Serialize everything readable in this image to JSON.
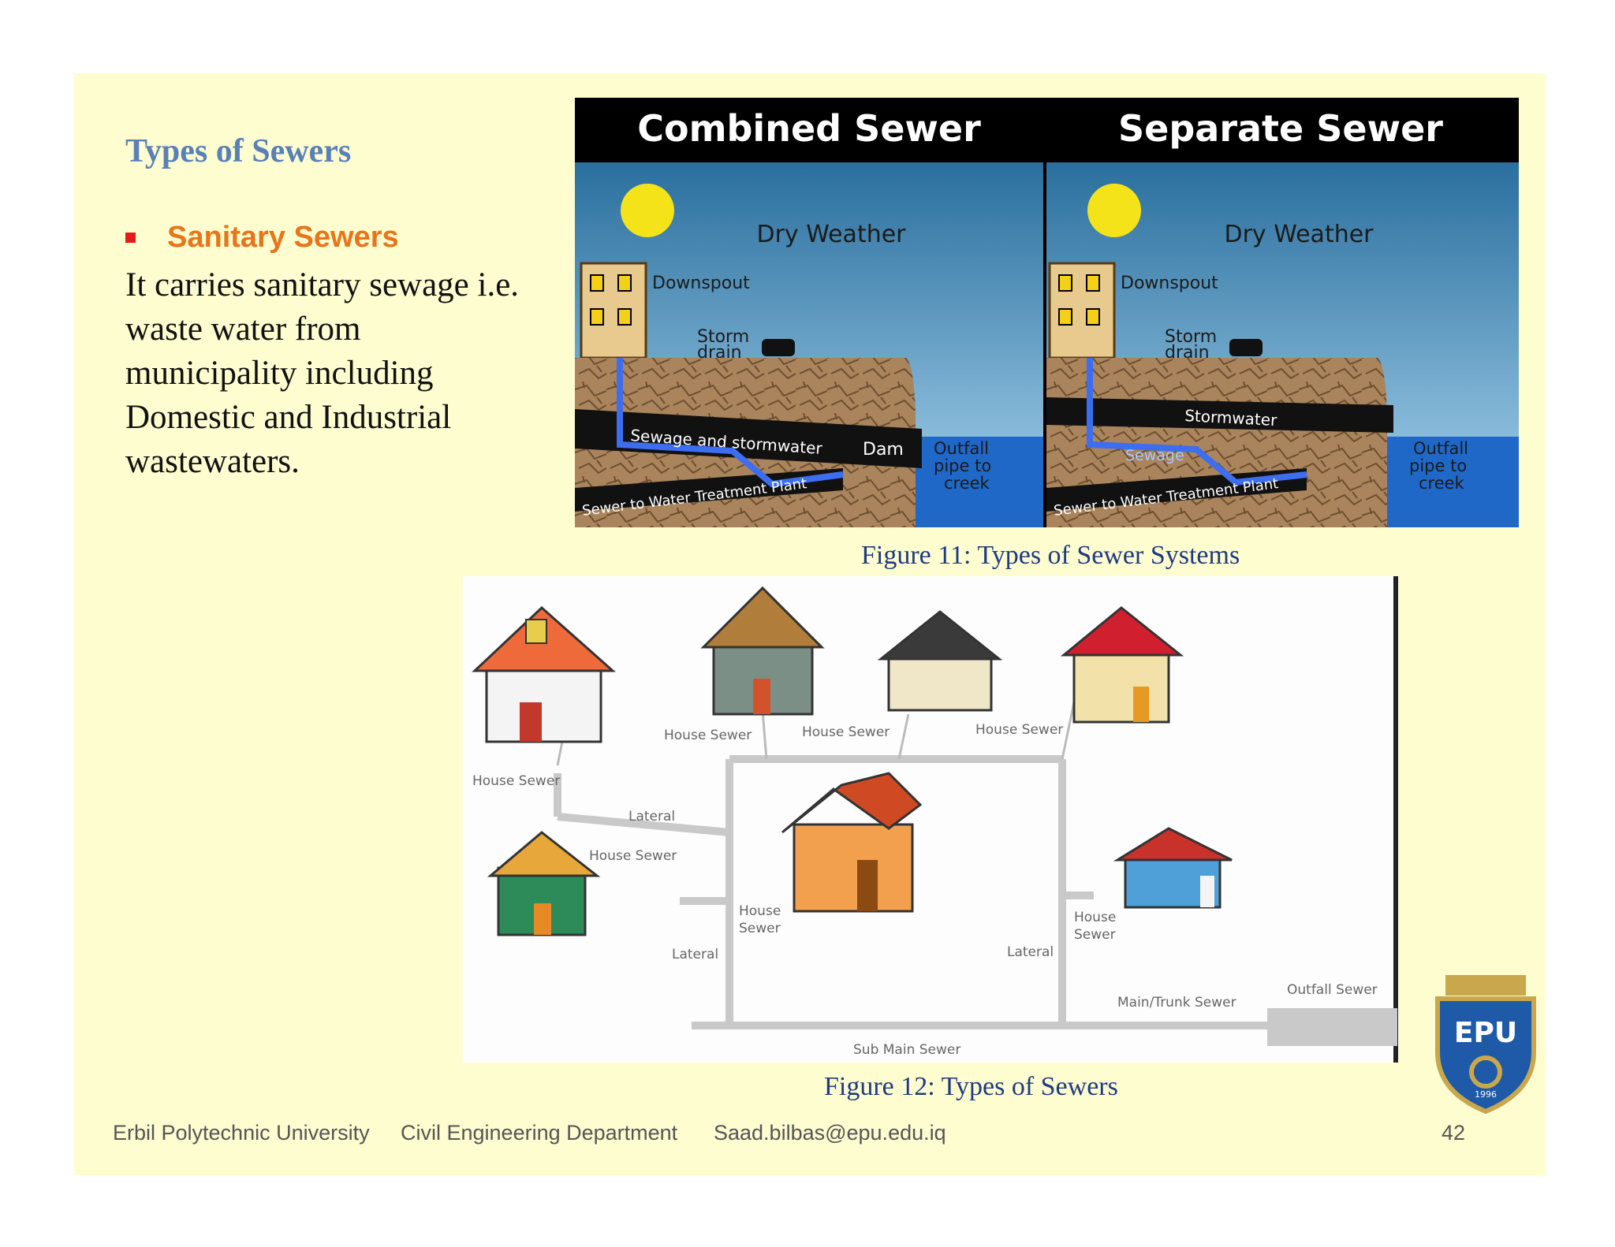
{
  "slide": {
    "title": "Types of Sewers",
    "bullet_heading": "Sanitary Sewers",
    "body": "It carries sanitary sewage i.e. waste water from municipality including Domestic and Industrial wastewaters."
  },
  "figure11": {
    "caption": "Figure 11: Types of Sewer Systems",
    "left_panel": {
      "title": "Combined Sewer",
      "weather": "Dry Weather",
      "downspout": "Downspout",
      "storm_drain_1": "Storm",
      "storm_drain_2": "drain",
      "pipe_label": "Sewage and stormwater",
      "dam": "Dam",
      "outfall_1": "Outfall",
      "outfall_2": "pipe to",
      "outfall_3": "creek",
      "plant": "Sewer to Water Treatment Plant"
    },
    "right_panel": {
      "title": "Separate Sewer",
      "weather": "Dry Weather",
      "downspout": "Downspout",
      "storm_drain_1": "Storm",
      "storm_drain_2": "drain",
      "storm_pipe": "Stormwater",
      "sewage": "Sewage",
      "outfall_1": "Outfall",
      "outfall_2": "pipe to",
      "outfall_3": "creek",
      "plant": "Sewer to Water Treatment Plant"
    }
  },
  "figure12": {
    "caption": "Figure 12: Types of Sewers",
    "labels": {
      "house_sewer_1": "House Sewer",
      "house_sewer_2": "House Sewer",
      "house_sewer_3": "House Sewer",
      "house_sewer_4": "House Sewer",
      "house_sewer_5": "House Sewer",
      "house_sewer_6a": "House",
      "house_sewer_6b": "Sewer",
      "house_sewer_7a": "House",
      "house_sewer_7b": "Sewer",
      "lateral_1": "Lateral",
      "lateral_2": "Lateral",
      "lateral_3": "Lateral",
      "main_trunk": "Main/Trunk Sewer",
      "outfall": "Outfall Sewer",
      "sub_main": "Sub Main Sewer"
    }
  },
  "logo": {
    "text": "EPU",
    "year": "1996"
  },
  "footer": {
    "university": "Erbil Polytechnic University",
    "department": "Civil Engineering Department",
    "email": "Saad.bilbas@epu.edu.iq",
    "page": "42"
  },
  "colors": {
    "slide_bg": "#fefdd0",
    "title": "#5a80b8",
    "bullet": "#e8751a",
    "caption": "#1f3a80"
  }
}
